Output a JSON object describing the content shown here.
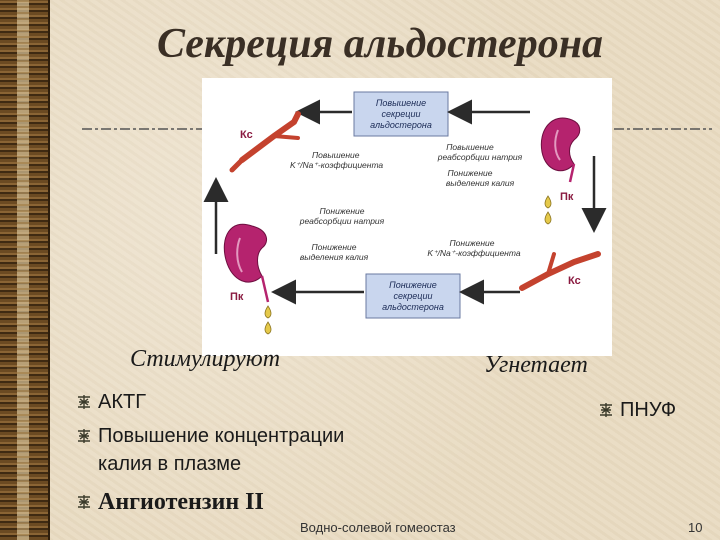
{
  "slide": {
    "title": "Секреция альдостерона",
    "footer": "Водно-солевой гомеостаз",
    "page_number": "10"
  },
  "diagram": {
    "box_top": [
      "Повышение",
      "секреции",
      "альдостерона"
    ],
    "box_bottom": [
      "Понижение",
      "секреции",
      "альдостерона"
    ],
    "label_top_left": [
      "Повышение",
      "K⁺/Na⁺-коэффициента"
    ],
    "label_top_right": [
      "Повышение",
      "реабсорбции натрия",
      "Понижение",
      "выделения калия"
    ],
    "label_bottom_left": [
      "Понижение",
      "реабсорбции натрия",
      "Понижение",
      "выделения калия"
    ],
    "label_bottom_right": [
      "Понижение",
      "K⁺/Na⁺-коэффициента"
    ],
    "ks_top": "Кс",
    "ks_bottom": "Кс",
    "pk_top": "Пк",
    "pk_bottom": "Пк"
  },
  "stimulate": {
    "heading": "Стимулируют",
    "items": [
      "АКТГ",
      "Повышение концентрации",
      "калия в плазме"
    ],
    "angiotensin": "Ангиотензин II"
  },
  "inhibit": {
    "heading": "Угнетает",
    "items": [
      "ПНУФ"
    ]
  },
  "colors": {
    "arrow": "#2b2b2b",
    "box_fill": "#c9d6ee",
    "kidney": "#b5236e",
    "vessel": "#c4422e",
    "drop": "#e5c94a"
  }
}
